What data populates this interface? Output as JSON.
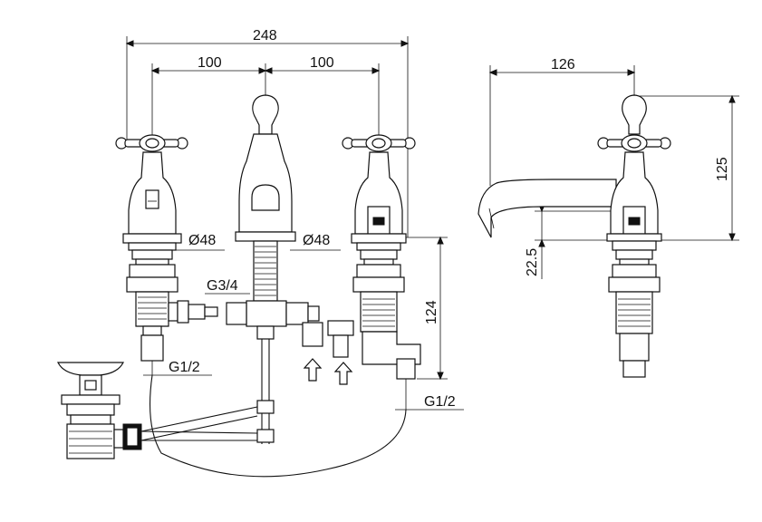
{
  "dimensions": {
    "overall_width": "248",
    "left_spacing": "100",
    "right_spacing": "100",
    "spout_reach": "126",
    "handle_height": "125",
    "base_height": "22.5",
    "body_height": "124",
    "left_diameter": "Ø48",
    "center_diameter": "Ø48",
    "spout_thread": "G3/4",
    "left_inlet_thread": "G1/2",
    "right_inlet_thread": "G1/2"
  },
  "colors": {
    "line": "#111111",
    "background": "#ffffff"
  },
  "icons": [
    "cross-handle-icon",
    "flow-arrow-icon",
    "pop-up-waste-icon"
  ]
}
